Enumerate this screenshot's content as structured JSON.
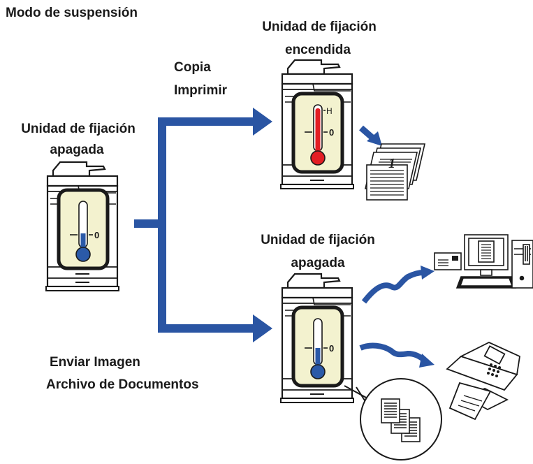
{
  "title": "Modo de suspensión",
  "left_machine": {
    "label_line1": "Unidad de fijación",
    "label_line2": "apagada",
    "zero": "0"
  },
  "top_branch": {
    "modes": [
      "Copia",
      "Imprimir"
    ],
    "machine": {
      "label_line1": "Unidad de fijación",
      "label_line2": "encendida",
      "zero": "0",
      "high": "H"
    },
    "output_page_number": "1"
  },
  "bottom_branch": {
    "modes": [
      "Enviar Imagen",
      "Archivo de Documentos"
    ],
    "machine": {
      "label_line1": "Unidad de fijación",
      "label_line2": "apagada",
      "zero": "0"
    }
  },
  "colors": {
    "arrow_blue": "#2a55a3",
    "thermo_hot": "#e31e24",
    "thermo_cold": "#2b5aa8",
    "thermo_panel": "#f3f2cf"
  }
}
